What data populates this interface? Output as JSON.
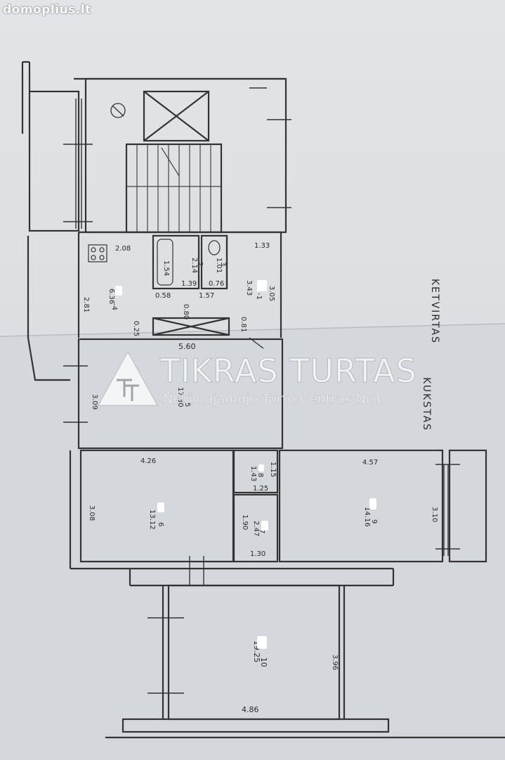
{
  "site": {
    "label": "domoplius.lt"
  },
  "watermark": {
    "title": "TIKRAS TURTAS",
    "subtitle": "Nekilnojamojo Turto Centras Nr.1"
  },
  "annotations": {
    "ketvirtas": "KETVIRTAS",
    "kukstas": "KUKSTAS"
  },
  "rooms": [
    {
      "id": "kitchen",
      "area": "6.36",
      "num": "-4"
    },
    {
      "id": "bath",
      "area": "2.14",
      "num": "2"
    },
    {
      "id": "wc",
      "area": "1.01",
      "num": "3"
    },
    {
      "id": "hall-top",
      "area": "3.43",
      "num": "-1"
    },
    {
      "id": "living",
      "area": "17.30",
      "num": "5"
    },
    {
      "id": "closet",
      "area": "1.43",
      "num": "8"
    },
    {
      "id": "bedroom-left",
      "area": "13.12",
      "num": "6"
    },
    {
      "id": "pantry",
      "area": "2.47",
      "num": "7"
    },
    {
      "id": "bedroom-right",
      "area": "14.16",
      "num": "9"
    },
    {
      "id": "room-bottom",
      "area": "19.25",
      "num": "10"
    }
  ],
  "dimensions": {
    "kitchen_w": "2.08",
    "kitchen_h": "2.81",
    "bath_h": "1.54",
    "bath_w": "1.39",
    "wc_w": "0.76",
    "hall_w": "1.33",
    "hall_h": "3.05",
    "corr_a": "0.58",
    "corr_b": "1.57",
    "corr_c": "0.80",
    "corr_d": "0.25",
    "corr_e": "0.81",
    "living_w": "5.60",
    "living_h": "3.09",
    "bedroom_left_w": "4.26",
    "bedroom_left_h": "3.08",
    "closet_h": "1.15",
    "closet_w": "1.25",
    "pantry_h": "1.90",
    "pantry_w": "1.30",
    "bedroom_right_w": "4.57",
    "bedroom_right_h": "3.10",
    "bottom_w": "4.86",
    "bottom_h": "3.96"
  },
  "colors": {
    "paper": "#dfe1e5",
    "wall": "#3a3a3a",
    "watermark": "#ffffff"
  }
}
